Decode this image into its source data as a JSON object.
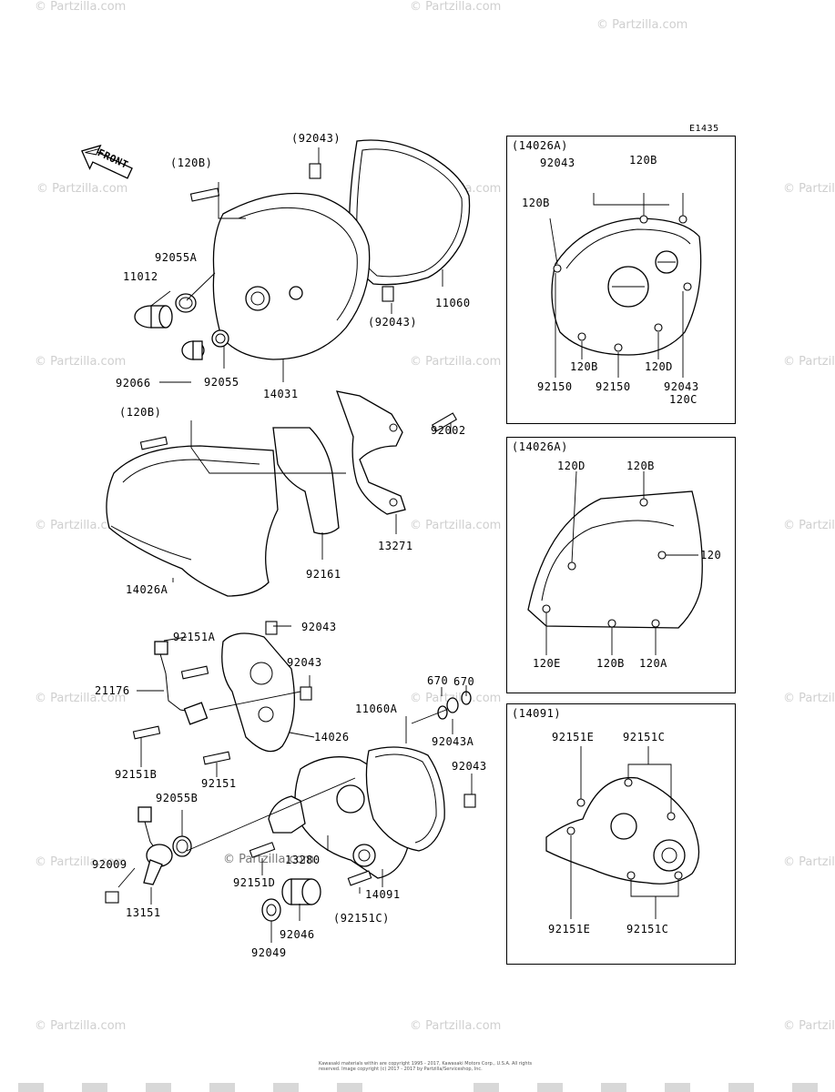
{
  "diagram_code": "E1435",
  "front_label": "FRONT",
  "watermark_text": "© Partzilla.com",
  "footer_text": "Kawasaki materials within are copyright 1995 - 2017, Kawasaki Motors Corp., U.S.A. All rights reserved. Image copyright (c) 2017 - 2017 by Partzilla/Serviceshop, Inc.",
  "main_labels": {
    "p92043_top": "(92043)",
    "p120B_a": "(120B)",
    "p92055A": "92055A",
    "p11012": "11012",
    "p92066": "92066",
    "p92055": "92055",
    "p14031": "14031",
    "p92043_mid": "(92043)",
    "p11060": "11060",
    "p120B_b": "(120B)",
    "p92002": "92002",
    "p13271": "13271",
    "p92161": "92161",
    "p14026A": "14026A",
    "p92151A": "92151A",
    "p92043_c": "92043",
    "p92043_d": "92043",
    "p21176": "21176",
    "p14026": "14026",
    "p92151B": "92151B",
    "p92151": "92151",
    "p670_a": "670",
    "p670_b": "670",
    "p11060A": "11060A",
    "p92043A": "92043A",
    "p92043_e": "92043",
    "p92055B": "92055B",
    "p13280": "13280",
    "p92009": "92009",
    "p92151D": "92151D",
    "p14091": "14091",
    "p13151": "13151",
    "p92151C": "(92151C)",
    "p92046": "92046",
    "p92049": "92049"
  },
  "inset1": {
    "title": "(14026A)",
    "labels": {
      "a92043": "92043",
      "a120B_top": "120B",
      "a120B_left": "120B",
      "a120B_bot": "120B",
      "a120D": "120D",
      "a92150_l": "92150",
      "a92150_r": "92150",
      "a92043_r": "92043",
      "a120C": "120C"
    }
  },
  "inset2": {
    "title": "(14026A)",
    "labels": {
      "b120D": "120D",
      "b120B_top": "120B",
      "b120": "120",
      "b120E": "120E",
      "b120B_bot": "120B",
      "b120A": "120A"
    }
  },
  "inset3": {
    "title": "(14091)",
    "labels": {
      "c92151E_top": "92151E",
      "c92151C_top": "92151C",
      "c92151E_bot": "92151E",
      "c92151C_bot": "92151C"
    }
  }
}
